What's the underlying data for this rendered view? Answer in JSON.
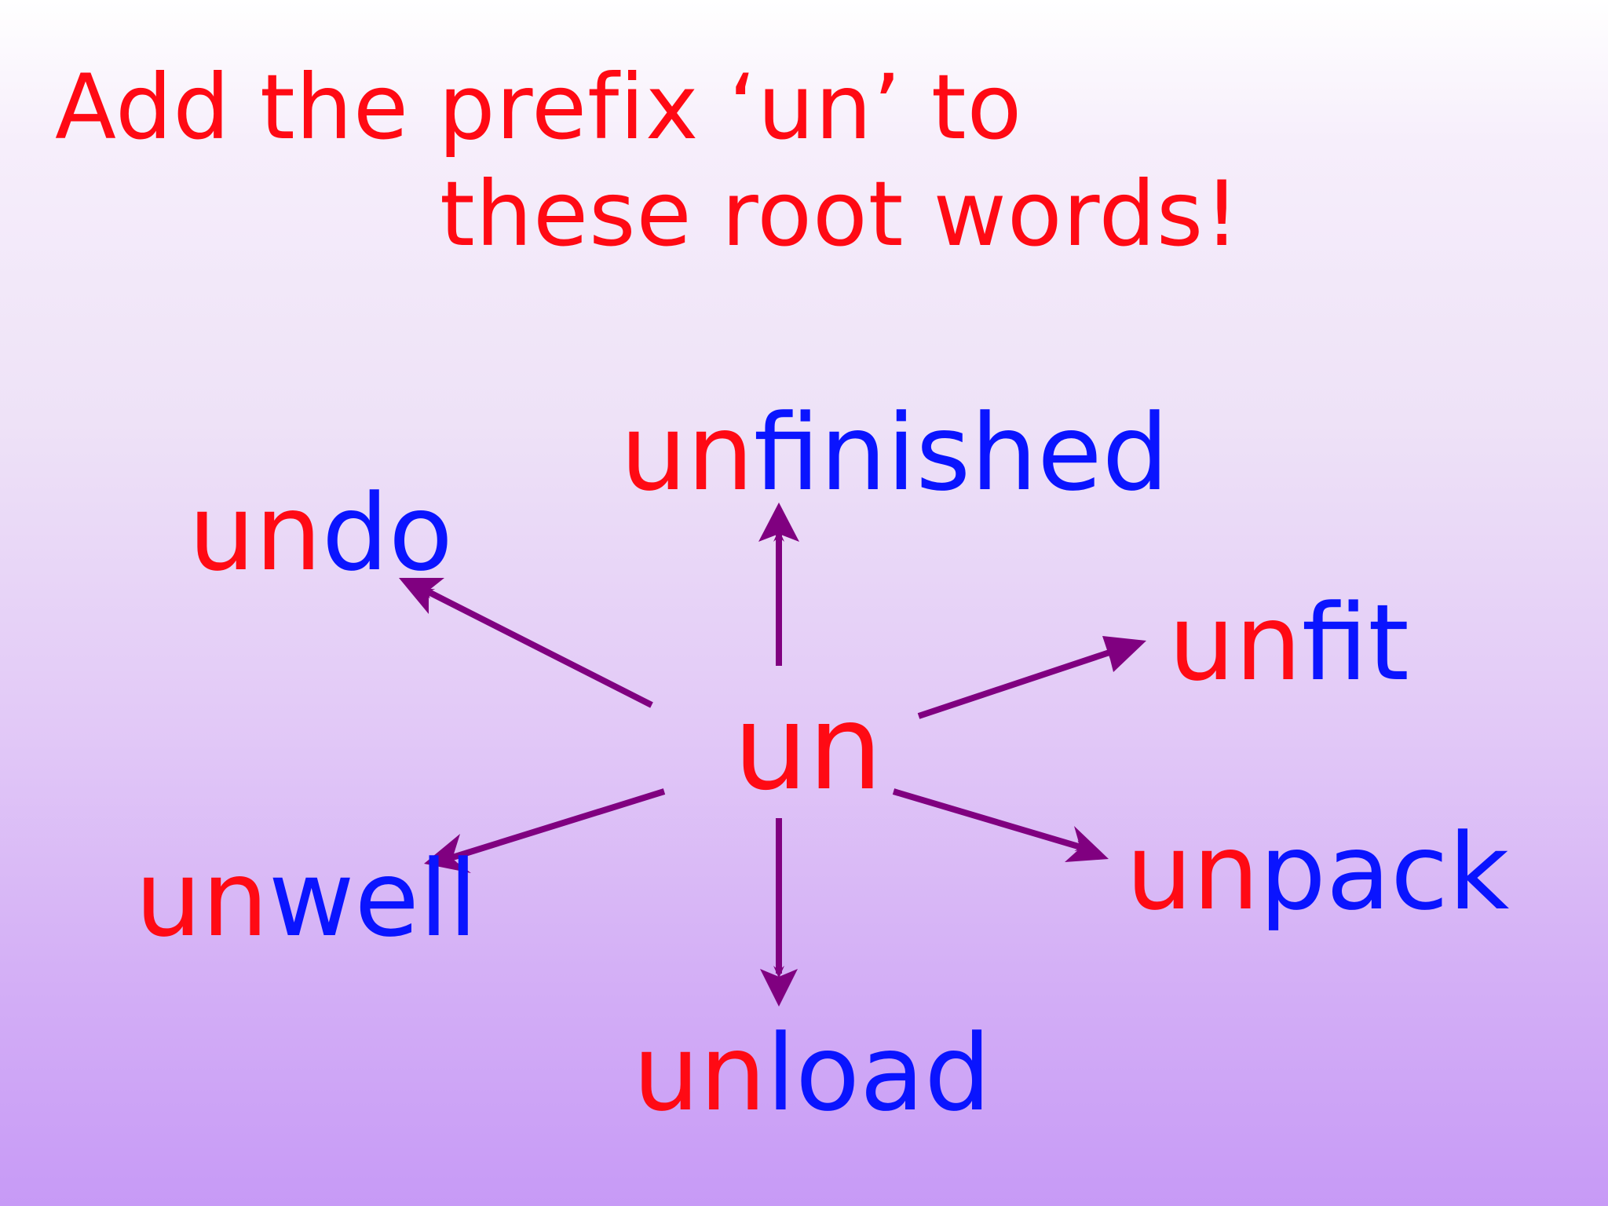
{
  "title": {
    "line1": "Add the prefix ‘un’ to",
    "line2": "these root words!"
  },
  "center": {
    "prefix": "un"
  },
  "words": {
    "undo": {
      "prefix": "un",
      "root": "do"
    },
    "unfinished": {
      "prefix": "un",
      "root": "finished"
    },
    "unfit": {
      "prefix": "un",
      "root": "fit"
    },
    "unwell": {
      "prefix": "un",
      "root": "well"
    },
    "unpack": {
      "prefix": "un",
      "root": "pack"
    },
    "unload": {
      "prefix": "un",
      "root": "load"
    }
  },
  "colors": {
    "prefix": "#ff0a14",
    "root": "#0a14ff",
    "arrow": "#800080"
  }
}
